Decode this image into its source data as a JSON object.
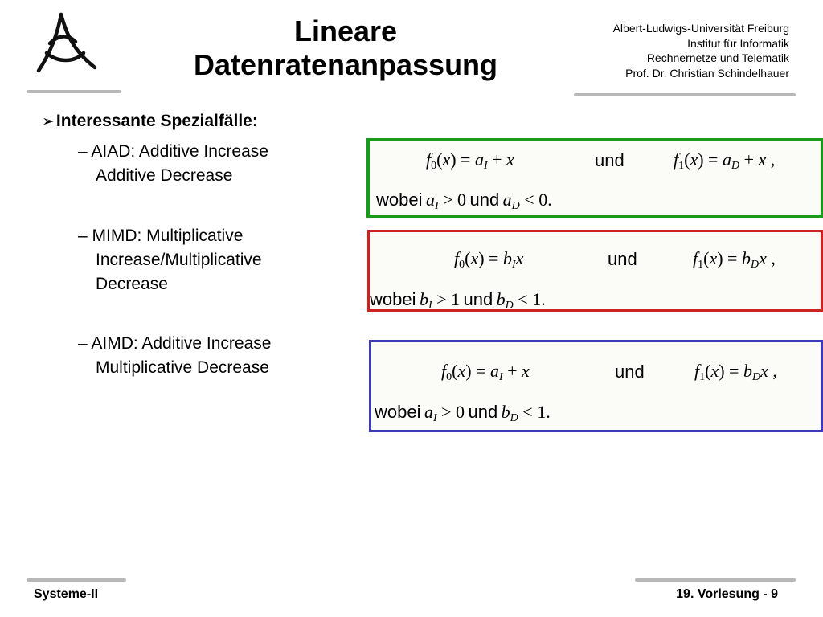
{
  "header": {
    "title_line1": "Lineare",
    "title_line2": "Datenratenanpassung",
    "affiliation": [
      "Albert-Ludwigs-Universität Freiburg",
      "Institut für Informatik",
      "Rechnernetze und Telematik",
      "Prof. Dr. Christian Schindelhauer"
    ]
  },
  "bullets": {
    "main": "Interessante Spezialfälle:",
    "items": [
      {
        "line1": "– AIAD: Additive Increase",
        "line2": "Additive Decrease"
      },
      {
        "line1": "– MIMD: Multiplicative",
        "line2": "Increase/Multiplicative",
        "line3": "Decrease"
      },
      {
        "line1": "– AIMD: Additive Increase",
        "line2": "Multiplicative Decrease"
      }
    ]
  },
  "boxes": {
    "word_und": "und",
    "word_wobei": "wobei",
    "colors": {
      "aiad": "#1a9a1a",
      "mimd": "#cc2222",
      "aimd": "#3a3ab8"
    }
  },
  "footer": {
    "left": "Systeme-II",
    "right": "19. Vorlesung - 9"
  }
}
